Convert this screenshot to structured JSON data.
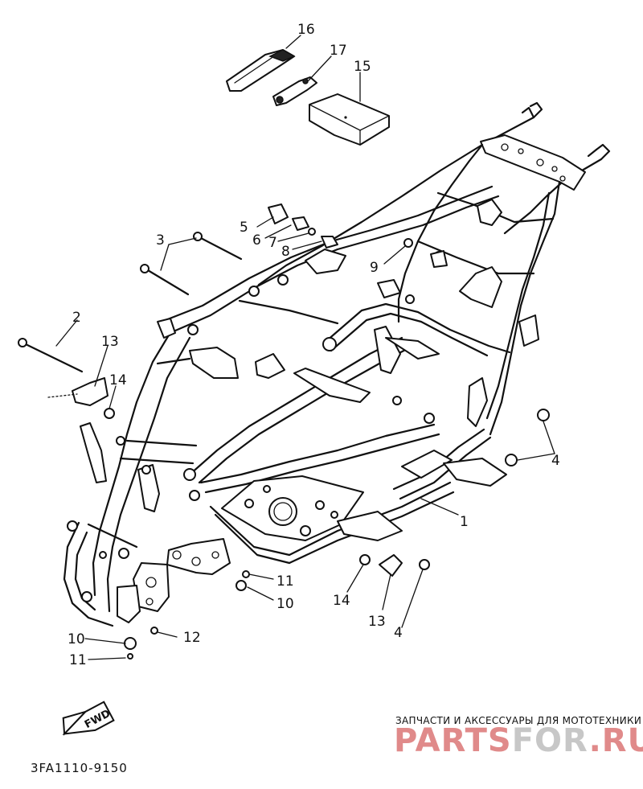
{
  "diagram": {
    "part_code": "3FA1110-9150",
    "fwd_label": "FWD",
    "callouts": [
      {
        "id": "c16",
        "text": "16"
      },
      {
        "id": "c17",
        "text": "17"
      },
      {
        "id": "c15",
        "text": "15"
      },
      {
        "id": "c5",
        "text": "5"
      },
      {
        "id": "c6",
        "text": "6"
      },
      {
        "id": "c7",
        "text": "7"
      },
      {
        "id": "c8",
        "text": "8"
      },
      {
        "id": "c9",
        "text": "9"
      },
      {
        "id": "c3",
        "text": "3"
      },
      {
        "id": "c2",
        "text": "2"
      },
      {
        "id": "c13a",
        "text": "13"
      },
      {
        "id": "c14a",
        "text": "14"
      },
      {
        "id": "c4a",
        "text": "4"
      },
      {
        "id": "c1",
        "text": "1"
      },
      {
        "id": "c11a",
        "text": "11"
      },
      {
        "id": "c10a",
        "text": "10"
      },
      {
        "id": "c14b",
        "text": "14"
      },
      {
        "id": "c13b",
        "text": "13"
      },
      {
        "id": "c4b",
        "text": "4"
      },
      {
        "id": "c12",
        "text": "12"
      },
      {
        "id": "c10b",
        "text": "10"
      },
      {
        "id": "c11b",
        "text": "11"
      }
    ]
  },
  "watermark": {
    "tagline": "ЗАПЧАСТИ И АКСЕССУАРЫ ДЛЯ МОТОТЕХНИКИ",
    "brand_part1": "PARTS",
    "brand_part2": "FOR",
    "brand_part3": ".RU",
    "color_primary": "#e08a8a",
    "color_secondary": "#c7c7c7"
  }
}
